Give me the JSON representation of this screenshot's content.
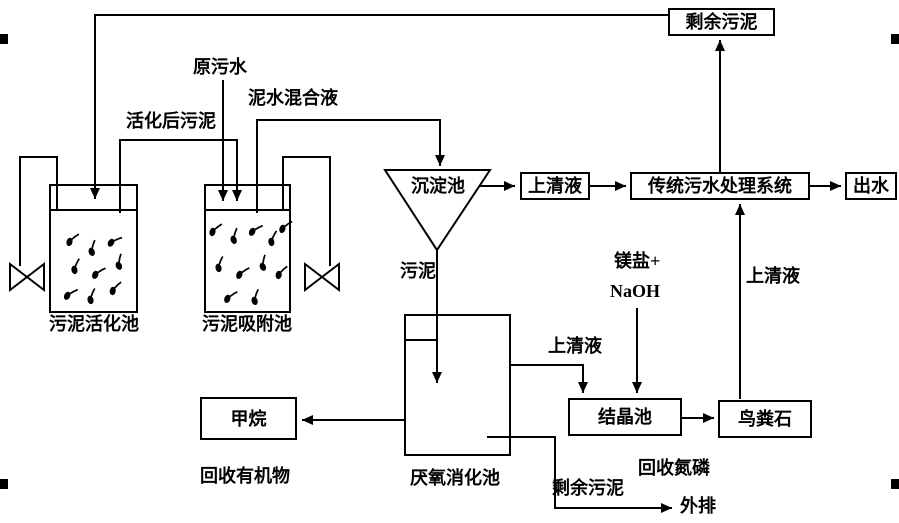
{
  "diagram": {
    "boxes": {
      "surplus_sludge": "剩余污泥",
      "supernatant": "上清液",
      "traditional_system": "传统污水处理系统",
      "effluent": "出水",
      "methane": "甲烷",
      "crystallization_tank": "结晶池",
      "struvite": "鸟粪石"
    },
    "tanks": {
      "activation": "污泥活化池",
      "adsorption": "污泥吸附池",
      "sedimentation": "沉淀池",
      "digestion": "厌氧消化池"
    },
    "streams": {
      "raw_sewage": "原污水",
      "activated_sludge": "活化后污泥",
      "mud_water_mixture": "泥水混合液",
      "sludge": "污泥",
      "supernatant_digester": "上清液",
      "supernatant_return": "上清液",
      "magnesium_salt": "镁盐+",
      "naoh": "NaOH",
      "surplus_sludge": "剩余污泥",
      "discharge": "外排"
    },
    "captions": {
      "recover_organics": "回收有机物",
      "recover_nitrogen_phosphorus": "回收氮磷"
    },
    "colors": {
      "line": "#000000",
      "background": "#ffffff"
    }
  }
}
